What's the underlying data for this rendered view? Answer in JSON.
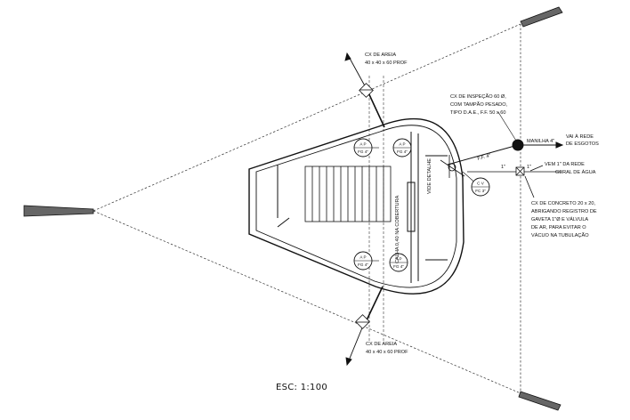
{
  "drawing": {
    "scale_label": "ESC: 1:100",
    "annotations": {
      "cx_areia_top_line1": "CX DE AREIA",
      "cx_areia_top_line2": "40 x 40 x 60 PROF",
      "cx_areia_bottom_line1": "CX DE AREIA",
      "cx_areia_bottom_line2": "40 x 40 x 60 PROF",
      "cx_inspecao_line1": "CX DE INSPEÇÃO 60 Ø,",
      "cx_inspecao_line2": "COM TAMPÃO PESADO,",
      "cx_inspecao_line3": "TIPO D.A.E., F.F. 50 x 60",
      "manilha": "MANILHA 4\"",
      "vai_rede_line1": "VAI À REDE",
      "vai_rede_line2": "DE ESGOTOS",
      "vem_agua_line1": "VEM 1\" DA REDE",
      "vem_agua_line2": "GERAL DE ÁGUA",
      "cx_concreto_line1": "CX DE CONCRETO 20 x 20,",
      "cx_concreto_line2": "ABRIGANDO REGISTRO DE",
      "cx_concreto_line3": "GAVETA 1\"Ø E VÁLVULA",
      "cx_concreto_line4": "DE AR, PARA EVITAR O",
      "cx_concreto_line5": "VÁCUO NA TUBULAÇÃO",
      "calha": "CALHA 0,40 NA COBERTURA",
      "vide_detalhe": "VIDE DETALHE",
      "ff_pipe": "F.F. 4\"",
      "pipe_1in_a": "1\"",
      "pipe_1in_b": "1\""
    },
    "ap_markers": [
      {
        "top": "A P",
        "bottom": "FG 4\""
      },
      {
        "top": "A P",
        "bottom": "FG 4\""
      },
      {
        "top": "A P",
        "bottom": "FG 4\""
      },
      {
        "top": "A P",
        "bottom": "FG 4\""
      }
    ],
    "cv_marker": {
      "top": "C V",
      "bottom": "FC 3\""
    },
    "colors": {
      "ink": "#111111",
      "paper": "#ffffff",
      "mast": "#555555"
    }
  }
}
